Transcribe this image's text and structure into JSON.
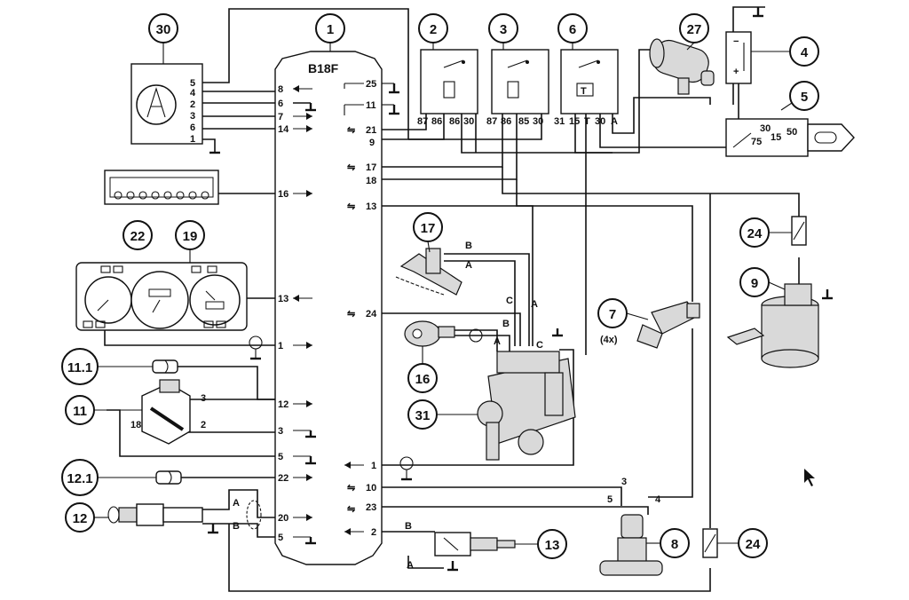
{
  "ecu": {
    "title": "B18F"
  },
  "callouts": {
    "c1": "1",
    "c2": "2",
    "c3": "3",
    "c4": "4",
    "c5": "5",
    "c6": "6",
    "c7": "7",
    "c7_qty": "(4x)",
    "c8": "8",
    "c9": "9",
    "c11": "11",
    "c11_1": "11.1",
    "c12": "12",
    "c12_1": "12.1",
    "c13": "13",
    "c16": "16",
    "c17": "17",
    "c19": "19",
    "c22": "22",
    "c24a": "24",
    "c24b": "24",
    "c27": "27",
    "c30": "30",
    "c31": "31"
  },
  "ecu_left_pins": [
    "8",
    "6",
    "7",
    "14",
    "16",
    "13",
    "1",
    "12",
    "3",
    "5",
    "22",
    "20",
    "5"
  ],
  "ecu_right_pins": [
    "25",
    "11",
    "21",
    "9",
    "17",
    "18",
    "13",
    "24",
    "1",
    "10",
    "23",
    "2"
  ],
  "comp30_pins": [
    "5",
    "4",
    "2",
    "3",
    "6",
    "1"
  ],
  "relay2_pins": [
    "87",
    "86",
    "86",
    "30"
  ],
  "relay3_pins": [
    "87",
    "86",
    "85",
    "30"
  ],
  "relay6_pins": [
    "31",
    "15",
    "T",
    "30",
    "A"
  ],
  "relay6_T": "T",
  "ign_switch": {
    "t30": "30",
    "t75": "75",
    "t15": "15",
    "t50": "50"
  },
  "battery": {
    "minus": "−",
    "plus": "+"
  },
  "sensor11_pins": {
    "p3": "3",
    "p18": "18",
    "p2": "2"
  },
  "conn_letters": {
    "A": "A",
    "B": "B",
    "C": "C"
  },
  "comp8_pins": {
    "p3": "3",
    "p5": "5",
    "p4": "4"
  }
}
